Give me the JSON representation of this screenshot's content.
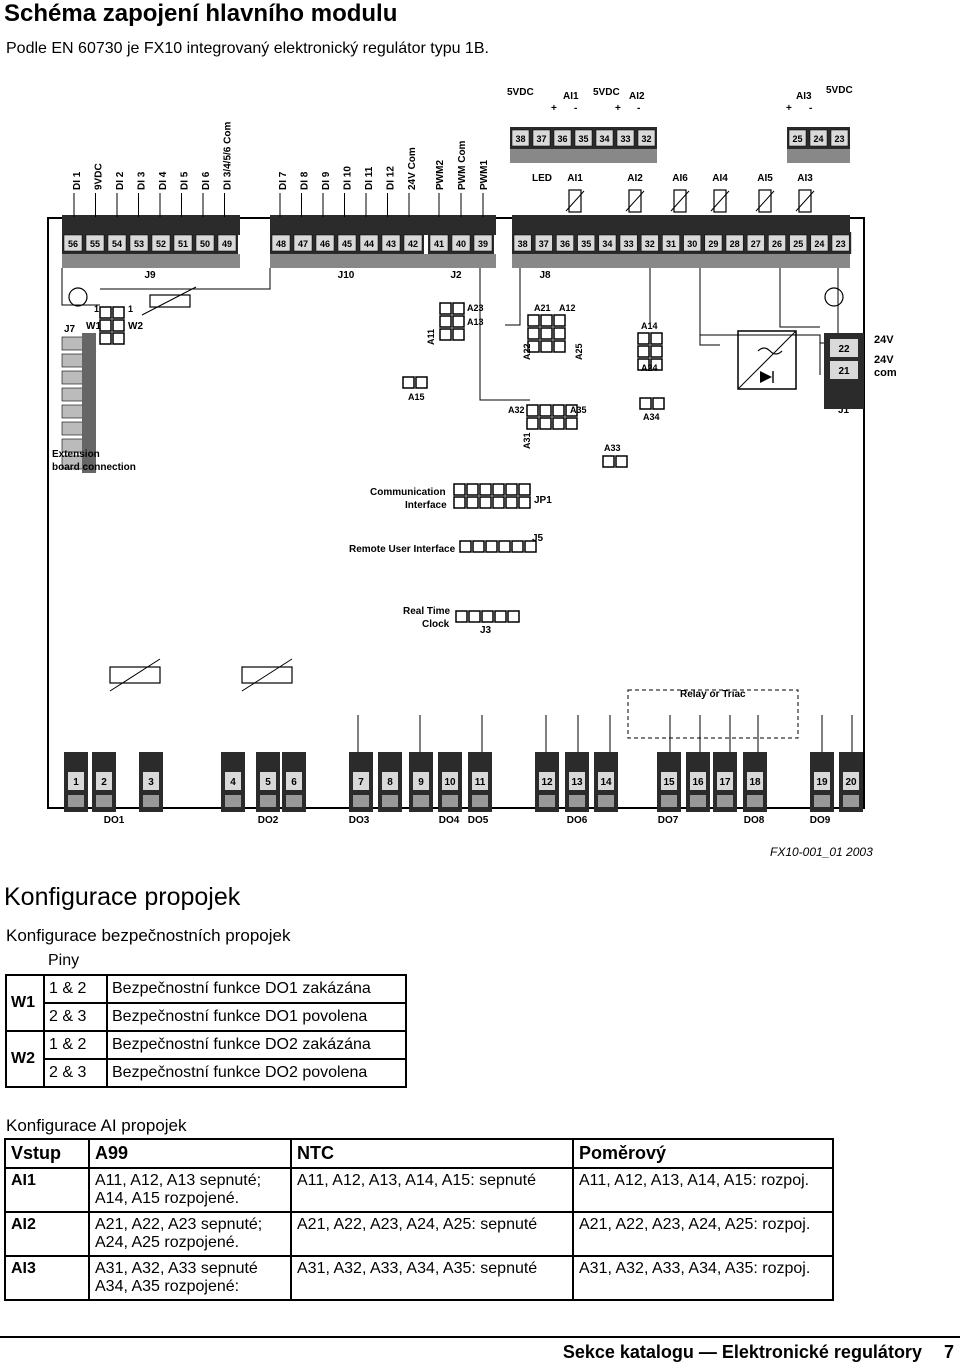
{
  "header": {
    "title": "Schéma zapojení hlavního modulu",
    "subtitle": "Podle EN 60730 je FX10 integrovaný elektronický regulátor typu 1B."
  },
  "diagram": {
    "figure_code": "FX10-001_01 2003",
    "top_labels_left": [
      "DI 1",
      "9VDC",
      "DI 2",
      "DI 3",
      "DI 4",
      "DI 5",
      "DI 6",
      "DI 3/4/5/6 Com"
    ],
    "top_labels_mid": [
      "DI 7",
      "DI 8",
      "DI 9",
      "DI 10",
      "DI 11",
      "DI 12",
      "24V Com"
    ],
    "top_labels_pwm": [
      "PWM2",
      "PWM Com",
      "PWM1"
    ],
    "terminals_left": [
      "56",
      "55",
      "54",
      "53",
      "52",
      "51",
      "50",
      "49"
    ],
    "terminals_mid": [
      "48",
      "47",
      "46",
      "45",
      "44",
      "43",
      "42"
    ],
    "terminals_j2": [
      "41",
      "40",
      "39"
    ],
    "terminals_j8": [
      "38",
      "37",
      "36",
      "35",
      "34",
      "33",
      "32",
      "31",
      "30",
      "29",
      "28",
      "27",
      "26",
      "25",
      "24",
      "23"
    ],
    "upper_terminals_a": [
      "38",
      "37",
      "36",
      "35",
      "34",
      "33",
      "32"
    ],
    "upper_terminals_b": [
      "25",
      "24",
      "23"
    ],
    "upper_labels": [
      "5VDC",
      "AI1",
      "5VDC",
      "AI2",
      "AI3",
      "5VDC",
      "+",
      "-",
      "+",
      "-",
      "+",
      "-"
    ],
    "sensor_labels": [
      "LED",
      "AI1",
      "AI2",
      "AI6",
      "AI4",
      "AI5",
      "AI3"
    ],
    "connector_labels": [
      "J9",
      "J10",
      "J2",
      "J8",
      "J7",
      "J1",
      "J3",
      "J5",
      "JP1"
    ],
    "jumper_labels": [
      "W1",
      "W2",
      "1",
      "1",
      "A23",
      "A13",
      "A11",
      "A15",
      "A21",
      "A12",
      "A22",
      "A25",
      "A14",
      "A24",
      "A32",
      "A35",
      "A31",
      "A34",
      "A33"
    ],
    "power_labels": [
      "22",
      "21",
      "24V",
      "24V",
      "com"
    ],
    "board_text": [
      "Extension",
      "board connection",
      "Communication",
      "Interface",
      "Remote User Interface",
      "Real Time",
      "Clock",
      "Relay or Triac"
    ],
    "bottom_terminals": [
      "1",
      "2",
      "3",
      "4",
      "5",
      "6",
      "7",
      "8",
      "9",
      "10",
      "11",
      "12",
      "13",
      "14",
      "15",
      "16",
      "17",
      "18",
      "19",
      "20"
    ],
    "do_labels": [
      "DO1",
      "DO2",
      "DO3",
      "DO4",
      "DO5",
      "DO6",
      "DO7",
      "DO8",
      "DO9"
    ]
  },
  "section_title": "Konfigurace propojek",
  "safety_table": {
    "title": "Konfigurace bezpečnostních propojek",
    "header": "Piny",
    "rows": [
      {
        "group": "W1",
        "pins": "1 & 2",
        "desc": "Bezpečnostní funkce DO1 zakázána"
      },
      {
        "group": "",
        "pins": "2 & 3",
        "desc": "Bezpečnostní funkce DO1 povolena"
      },
      {
        "group": "W2",
        "pins": "1 & 2",
        "desc": "Bezpečnostní funkce DO2 zakázána"
      },
      {
        "group": "",
        "pins": "2 & 3",
        "desc": "Bezpečnostní funkce DO2 povolena"
      }
    ]
  },
  "ai_table": {
    "title": "Konfigurace AI propojek",
    "headers": [
      "Vstup",
      "A99",
      "NTC",
      "Poměrový"
    ],
    "rows": [
      [
        "AI1",
        "A11, A12, A13 sepnuté; A14, A15 rozpojené.",
        "A11, A12, A13, A14, A15: sepnuté",
        "A11, A12, A13, A14, A15: rozpoj."
      ],
      [
        "AI2",
        "A21, A22, A23 sepnuté; A24, A25 rozpojené.",
        "A21, A22, A23, A24, A25: sepnuté",
        "A21, A22, A23, A24, A25: rozpoj."
      ],
      [
        "AI3",
        "A31, A32, A33 sepnuté A34, A35 rozpojené:",
        "A31, A32, A33, A34, A35: sepnuté",
        "A31, A32, A33, A34, A35: rozpoj."
      ]
    ]
  },
  "footer": {
    "text": "Sekce katalogu — Elektronické regulátory",
    "page": "7"
  }
}
